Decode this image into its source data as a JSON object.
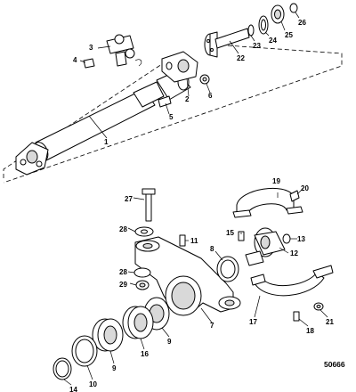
{
  "figure_number": "50666",
  "callouts": {
    "c1": "1",
    "c2": "2",
    "c3": "3",
    "c4": "4",
    "c5": "5",
    "c6": "6",
    "c7": "7",
    "c8": "8",
    "c9a": "9",
    "c9b": "9",
    "c10": "10",
    "c11": "11",
    "c12": "12",
    "c13": "13",
    "c14": "14",
    "c15": "15",
    "c16": "16",
    "c17": "17",
    "c18": "18",
    "c19": "19",
    "c20": "20",
    "c21": "21",
    "c22": "22",
    "c23": "23",
    "c24": "24",
    "c25": "25",
    "c26": "26",
    "c27": "27",
    "c28a": "28",
    "c28b": "28",
    "c29": "29"
  }
}
